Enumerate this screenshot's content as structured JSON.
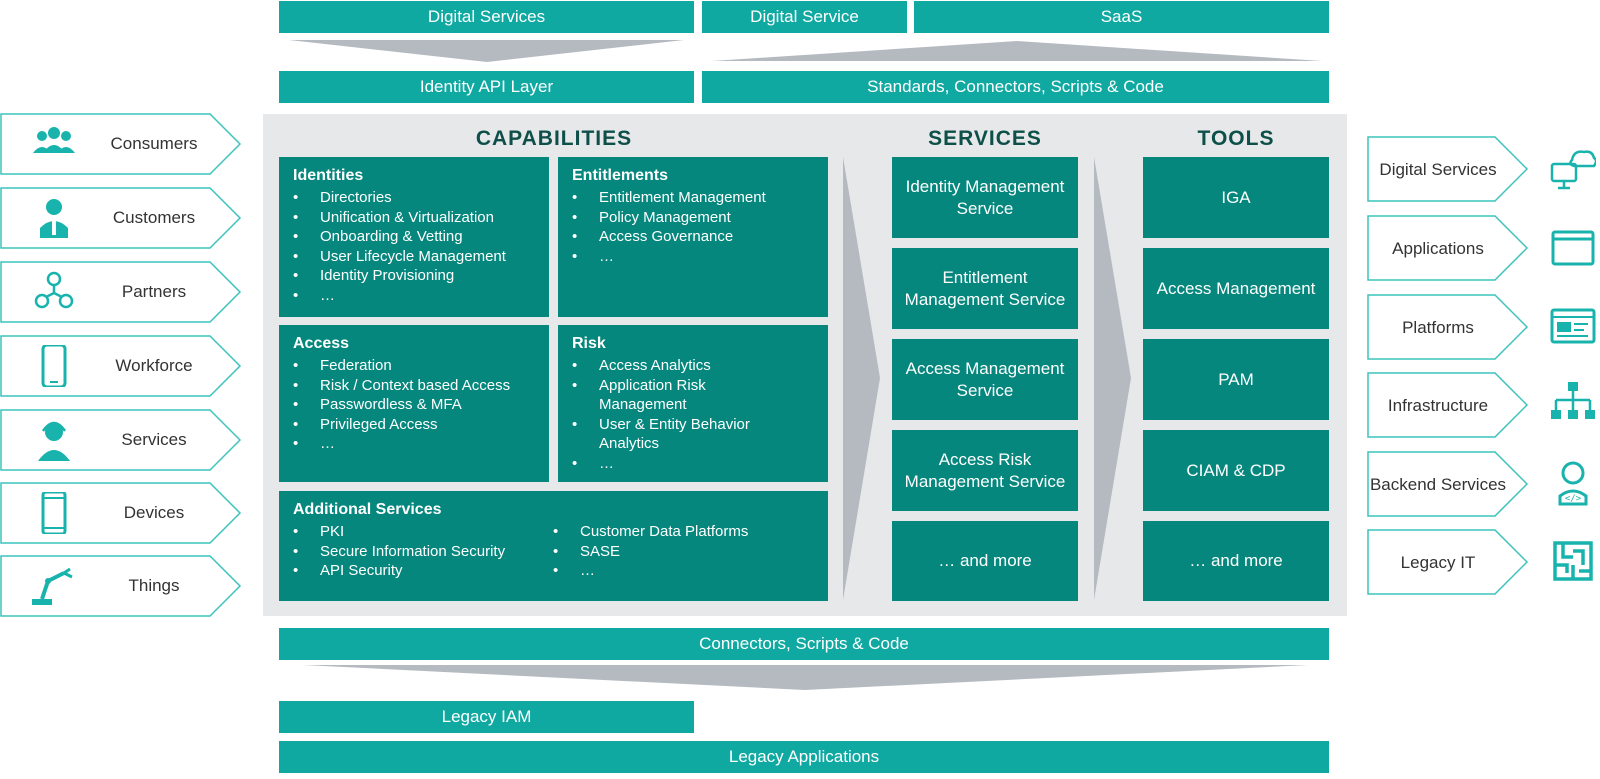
{
  "top": {
    "digital_services": "Digital Services",
    "digital_service": "Digital Service",
    "saas": "SaaS",
    "identity_api_layer": "Identity API Layer",
    "standards": "Standards, Connectors, Scripts & Code"
  },
  "headings": {
    "capabilities": "CAPABILITIES",
    "services": "SERVICES",
    "tools": "TOOLS"
  },
  "capabilities": {
    "identities": {
      "title": "Identities",
      "items": [
        "Directories",
        "Unification & Virtualization",
        "Onboarding & Vetting",
        "User Lifecycle Management",
        "Identity Provisioning",
        "…"
      ]
    },
    "entitlements": {
      "title": "Entitlements",
      "items": [
        "Entitlement Management",
        "Policy Management",
        "Access Governance",
        "…"
      ]
    },
    "access": {
      "title": "Access",
      "items": [
        "Federation",
        "Risk / Context based Access",
        "Passwordless & MFA",
        "Privileged Access",
        "…"
      ]
    },
    "risk": {
      "title": "Risk",
      "items": [
        "Access Analytics",
        "Application Risk Management",
        "User & Entity Behavior Analytics",
        "…"
      ]
    },
    "additional": {
      "title": "Additional Services",
      "col1": [
        "PKI",
        "Secure Information Security",
        "API Security"
      ],
      "col2": [
        "Customer Data Platforms",
        "SASE",
        "…"
      ]
    }
  },
  "services": [
    "Identity Management Service",
    "Entitlement Management Service",
    "Access Management Service",
    "Access Risk Management Service",
    "… and more"
  ],
  "tools": [
    "IGA",
    "Access Management",
    "PAM",
    "CIAM & CDP",
    "… and more"
  ],
  "left": [
    {
      "label": "Consumers",
      "icon": "consumers-icon"
    },
    {
      "label": "Customers",
      "icon": "customer-icon"
    },
    {
      "label": "Partners",
      "icon": "partners-icon"
    },
    {
      "label": "Workforce",
      "icon": "smartphone-icon"
    },
    {
      "label": "Services",
      "icon": "headset-agent-icon"
    },
    {
      "label": "Devices",
      "icon": "tablet-icon"
    },
    {
      "label": "Things",
      "icon": "robot-arm-icon"
    }
  ],
  "right": [
    {
      "label": "Digital Services",
      "icon": "cloud-monitor-icon"
    },
    {
      "label": "Applications",
      "icon": "app-window-icon"
    },
    {
      "label": "Platforms",
      "icon": "platform-screen-icon"
    },
    {
      "label": "Infrastructure",
      "icon": "network-hierarchy-icon"
    },
    {
      "label": "Backend Services",
      "icon": "developer-icon"
    },
    {
      "label": "Legacy IT",
      "icon": "maze-icon"
    }
  ],
  "bottom": {
    "connectors": "Connectors, Scripts & Code",
    "legacy_iam": "Legacy IAM",
    "legacy_apps": "Legacy Applications"
  },
  "colors": {
    "teal_bar": "#0fa9a2",
    "teal_dark": "#05877d",
    "panel": "#e6e8ea",
    "arrow_gray": "#b4bac0",
    "heading": "#0e4f49"
  }
}
